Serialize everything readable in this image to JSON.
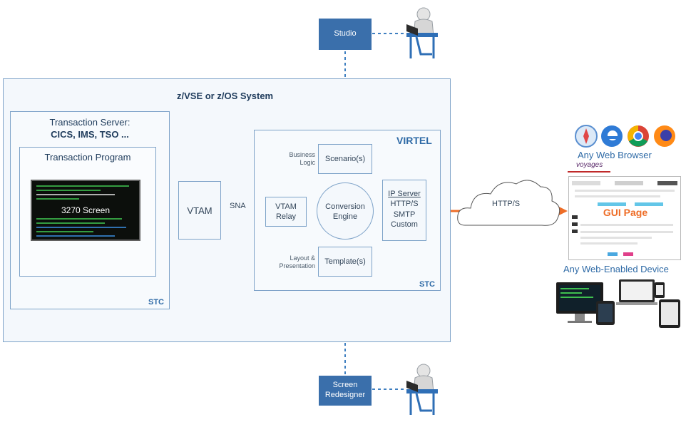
{
  "system": {
    "title": "z/VSE or z/OS System"
  },
  "transaction_server": {
    "line1": "Transaction Server:",
    "line2": "CICS, IMS, TSO ...",
    "stc": "STC"
  },
  "transaction_program": {
    "title": "Transaction Program",
    "screen_label": "3270 Screen"
  },
  "vtam": {
    "label": "VTAM",
    "link_label": "SNA"
  },
  "virtel": {
    "title": "VIRTEL",
    "stc": "STC",
    "business_logic": "Business Logic",
    "scenarios": "Scenario(s)",
    "vtam_relay": "VTAM Relay",
    "conversion_engine": "Conversion Engine",
    "ip_server": {
      "title": "IP Server",
      "line1": "HTTP/S",
      "line2": "SMTP",
      "line3": "Custom"
    },
    "layout_presentation": "Layout & Presentation",
    "templates": "Template(s)"
  },
  "studio": {
    "label": "Studio"
  },
  "screen_redesigner": {
    "label": "Screen Redesigner"
  },
  "cloud": {
    "label": "HTTP/S"
  },
  "web": {
    "any_browser": "Any Web Browser",
    "gui_page": "GUI Page",
    "any_device": "Any Web-Enabled Device",
    "brand": "voyages"
  },
  "colors": {
    "arrow": "#ee6d27",
    "blue": "#3a6fab",
    "border": "#7da2c8",
    "dash": "#3f7fc0"
  },
  "icons": [
    "safari-icon",
    "edge-icon",
    "chrome-icon",
    "firefox-icon",
    "user-at-desk-icon"
  ]
}
